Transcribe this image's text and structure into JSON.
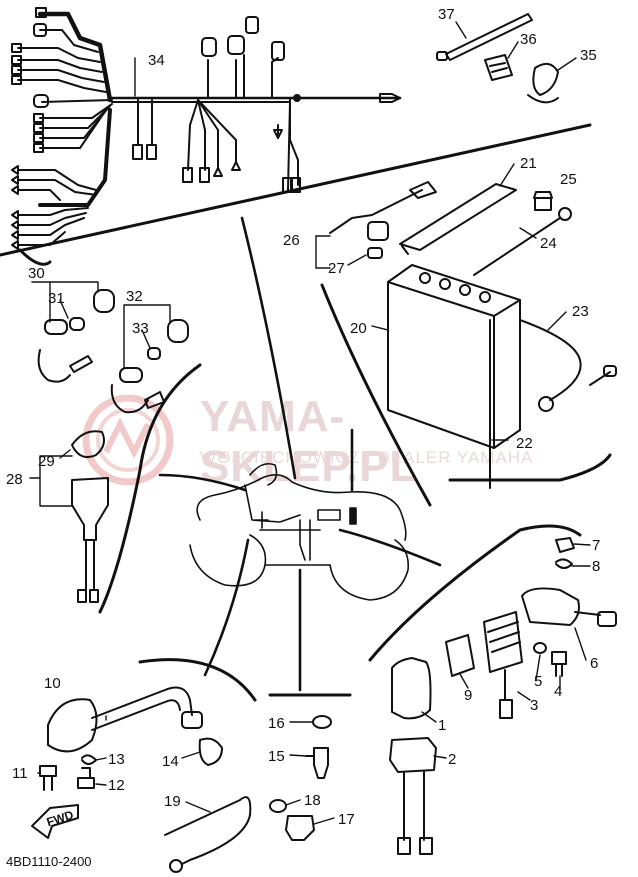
{
  "diagram": {
    "code": "4BD1110-2400",
    "fwd_label": "FWD",
    "watermark": {
      "brand": "YAMA-SKLEP.PL",
      "sub": "WOJCIECHOWICZ I DEALER YAMAHA"
    },
    "part_numbers": {
      "p1": "1",
      "p2": "2",
      "p3": "3",
      "p4": "4",
      "p5": "5",
      "p6": "6",
      "p7": "7",
      "p8": "8",
      "p9": "9",
      "p10": "10",
      "p11": "11",
      "p12": "12",
      "p13": "13",
      "p14": "14",
      "p15": "15",
      "p16": "16",
      "p17": "17",
      "p18": "18",
      "p19": "19",
      "p20": "20",
      "p21": "21",
      "p22": "22",
      "p23": "23",
      "p24": "24",
      "p25": "25",
      "p26": "26",
      "p27": "27",
      "p28": "28",
      "p29": "29",
      "p30": "30",
      "p31": "31",
      "p32": "32",
      "p33": "33",
      "p34": "34",
      "p35": "35",
      "p36": "36",
      "p37": "37"
    }
  }
}
